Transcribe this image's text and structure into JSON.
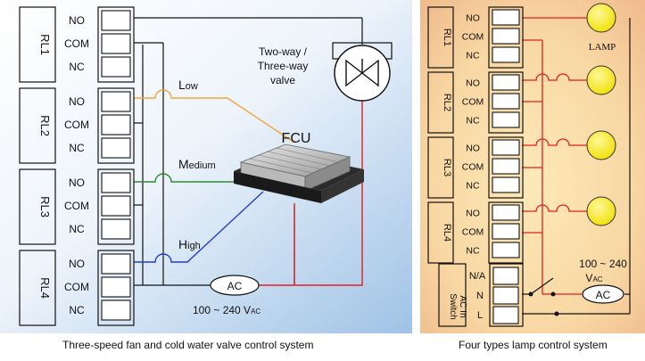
{
  "left": {
    "relays": [
      {
        "name": "RL1",
        "terminals": [
          "NO",
          "COM",
          "NC"
        ]
      },
      {
        "name": "RL2",
        "terminals": [
          "NO",
          "COM",
          "NC"
        ]
      },
      {
        "name": "RL3",
        "terminals": [
          "NO",
          "COM",
          "NC"
        ]
      },
      {
        "name": "RL4",
        "terminals": [
          "NO",
          "COM",
          "NC"
        ]
      }
    ],
    "valve_label": [
      "Two-way /",
      "Three-way",
      "valve"
    ],
    "fcu_label": "FCU",
    "speed_low": {
      "cap": "L",
      "rest": "ow"
    },
    "speed_medium": {
      "cap": "M",
      "rest": "edium"
    },
    "speed_high": {
      "cap": "H",
      "rest": "igh"
    },
    "ac_label": "AC",
    "voltage": {
      "main": "100 ~ 240 V",
      "sub": "AC"
    },
    "caption": "Three-speed fan and cold water valve control system"
  },
  "right": {
    "relays": [
      {
        "name": "RL1",
        "terminals": [
          "NO",
          "COM",
          "NC"
        ]
      },
      {
        "name": "RL2",
        "terminals": [
          "NO",
          "COM",
          "NC"
        ]
      },
      {
        "name": "RL3",
        "terminals": [
          "NO",
          "COM",
          "NC"
        ]
      },
      {
        "name": "RL4",
        "terminals": [
          "NO",
          "COM",
          "NC"
        ]
      }
    ],
    "lamp_label": "LAMP",
    "switch_label": [
      "Switch",
      "AC In"
    ],
    "input_terminals": [
      "N/A",
      "N",
      "L"
    ],
    "voltage": {
      "main": "100 ~ 240",
      "v": "V",
      "sub": "AC"
    },
    "ac_label": "AC",
    "caption": "Four types lamp control system"
  },
  "colors": {
    "low_wire": "#f2a53a",
    "medium_wire": "#2e8b2e",
    "high_wire": "#1f3fd6",
    "live_wire": "#e02020",
    "neutral_wire": "#111111",
    "lamp_fill": "#f5e800"
  }
}
